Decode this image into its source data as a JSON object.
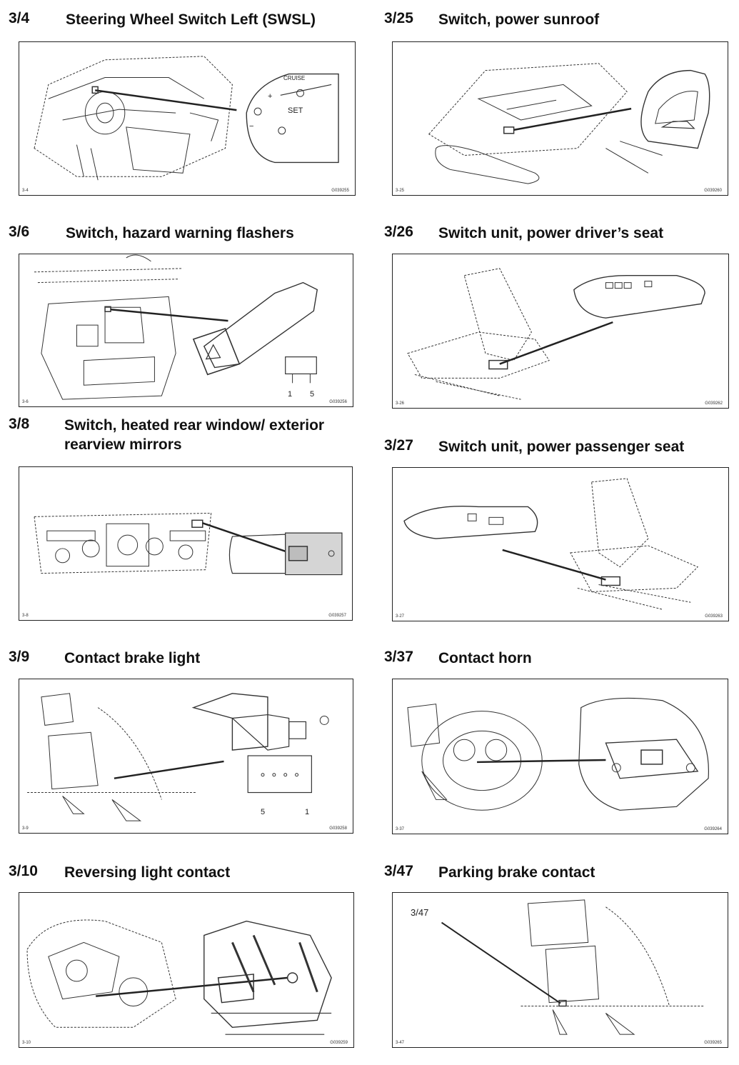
{
  "sections": [
    {
      "num": "3/4",
      "title": "Steering Wheel Switch Left (SWSL)",
      "fig_left": "3-4",
      "fig_right": "G039255",
      "labels": {
        "cruise": "CRUISE",
        "plus": "+",
        "minus": "−",
        "set": "SET"
      }
    },
    {
      "num": "3/25",
      "title": "Switch, power sunroof",
      "fig_left": "3-25",
      "fig_right": "G039260"
    },
    {
      "num": "3/6",
      "title": "Switch, hazard warning flashers",
      "fig_left": "3-6",
      "fig_right": "G039256",
      "labels": {
        "pin_a": "1",
        "pin_b": "5"
      }
    },
    {
      "num": "3/26",
      "title": "Switch unit, power driver’s seat",
      "fig_left": "3-26",
      "fig_right": "G039262"
    },
    {
      "num": "3/8",
      "title_line1": "Switch, heated rear window/ exterior",
      "title_line2": "rearview mirrors",
      "fig_left": "3-8",
      "fig_right": "G039257"
    },
    {
      "num": "3/27",
      "title": "Switch unit, power passenger seat",
      "fig_left": "3-27",
      "fig_right": "G039263"
    },
    {
      "num": "3/9",
      "title": "Contact brake light",
      "fig_left": "3-9",
      "fig_right": "G039258",
      "labels": {
        "pin_a": "5",
        "pin_b": "1"
      }
    },
    {
      "num": "3/37",
      "title": "Contact horn",
      "fig_left": "3-37",
      "fig_right": "G039264"
    },
    {
      "num": "3/10",
      "title": "Reversing light contact",
      "fig_left": "3-10",
      "fig_right": "G039259"
    },
    {
      "num": "3/47",
      "title": "Parking brake contact",
      "fig_left": "3-47",
      "fig_right": "G039265",
      "labels": {
        "callout": "3/47"
      }
    }
  ]
}
